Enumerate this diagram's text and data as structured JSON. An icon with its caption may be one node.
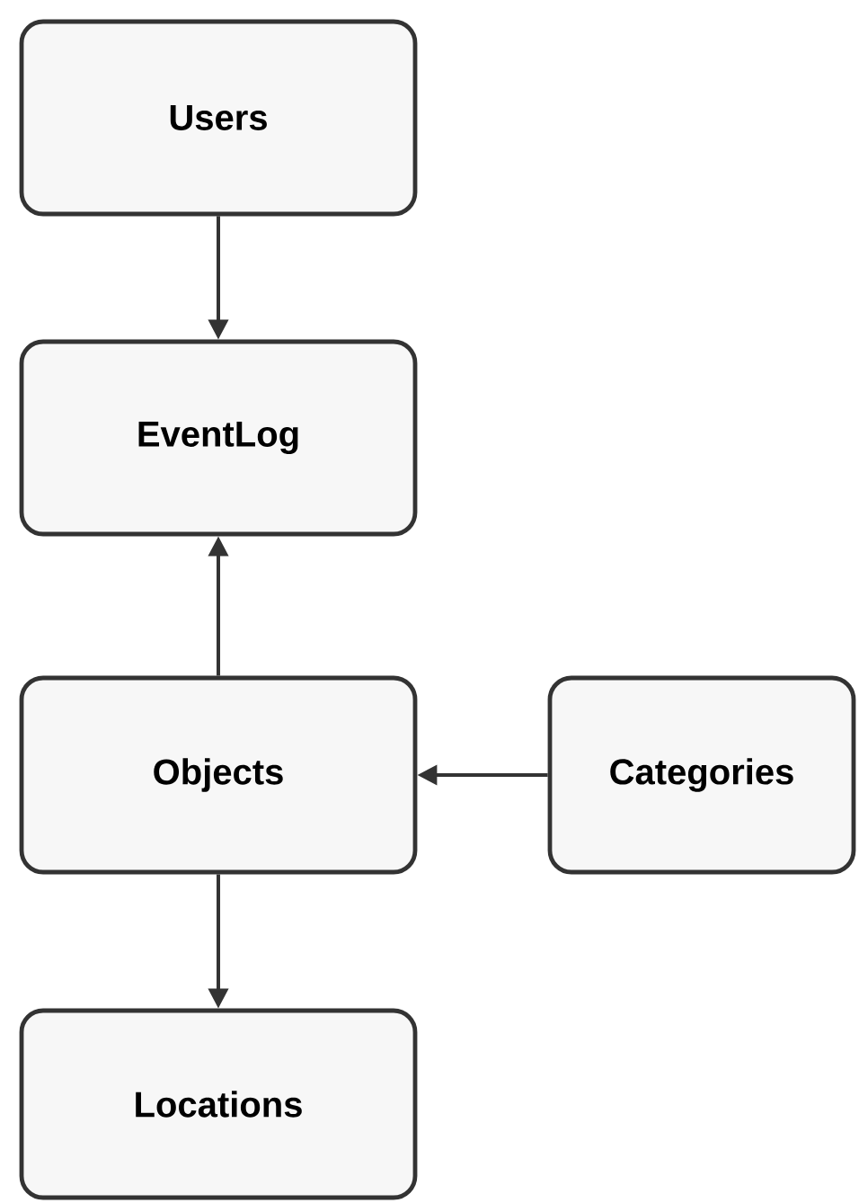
{
  "diagram": {
    "nodes": [
      {
        "text": [
          "Users"
        ]
      },
      {
        "text": [
          "EventLog"
        ]
      },
      {
        "text": [
          "Objects"
        ]
      },
      {
        "text": [
          "Categories"
        ]
      },
      {
        "text": [
          "Locations"
        ]
      }
    ],
    "edges": [
      {
        "from": 0,
        "to": 1,
        "arrow": "to"
      },
      {
        "from": 2,
        "to": 1,
        "arrow": "to"
      },
      {
        "from": 3,
        "to": 2,
        "arrow": "to"
      },
      {
        "from": 2,
        "to": 4,
        "arrow": "to"
      }
    ]
  }
}
